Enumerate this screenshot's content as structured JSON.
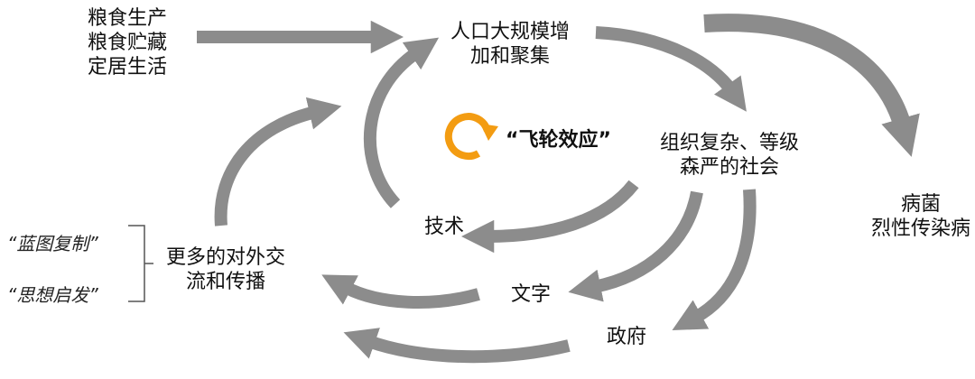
{
  "nodes": {
    "origins": "粮食生产\n粮食贮藏\n定居生活",
    "population": "人口大规模增\n加和聚集",
    "society": "组织复杂、等级\n森严的社会",
    "disease": "病菌\n烈性传染病",
    "technology": "技术",
    "exchange": "更多的对外交\n流和传播",
    "writing": "文字",
    "government": "政府"
  },
  "center_label": "“飞轮效应”",
  "quotes": [
    "“蓝图复制”",
    "“思想启发”"
  ],
  "colors": {
    "arrow": "#8c8c8c",
    "flywheel": "#f39c12",
    "bracket": "#555555"
  }
}
